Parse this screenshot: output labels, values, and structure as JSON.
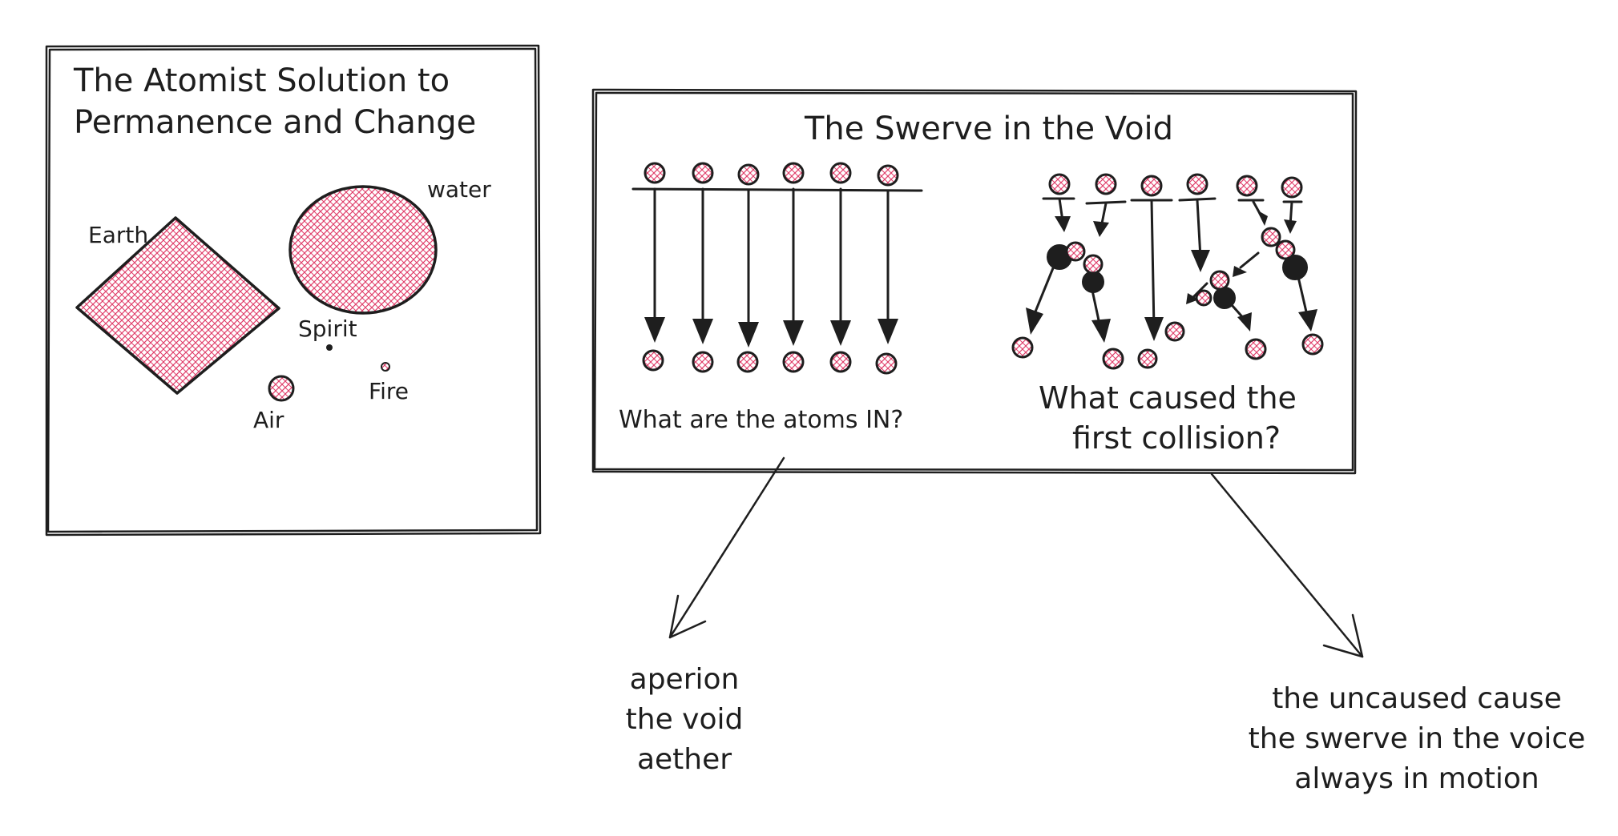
{
  "left_panel": {
    "title_line1": "The Atomist Solution to",
    "title_line2": "Permanence and Change",
    "labels": {
      "earth": "Earth",
      "water": "water",
      "spirit": "Spirit",
      "air": "Air",
      "fire": "Fire"
    }
  },
  "right_panel": {
    "title": "The Swerve in the Void",
    "question_left": "What are the atoms IN?",
    "question_right_line1": "What caused the",
    "question_right_line2": "first collision?"
  },
  "answers_left": [
    "aperion",
    "the void",
    "aether"
  ],
  "answers_right": [
    "the uncaused cause",
    "the swerve in the voice",
    "always in motion"
  ],
  "colors": {
    "ink": "#1e1e1e",
    "hatch": "#e03e6a",
    "background": "#ffffff"
  }
}
